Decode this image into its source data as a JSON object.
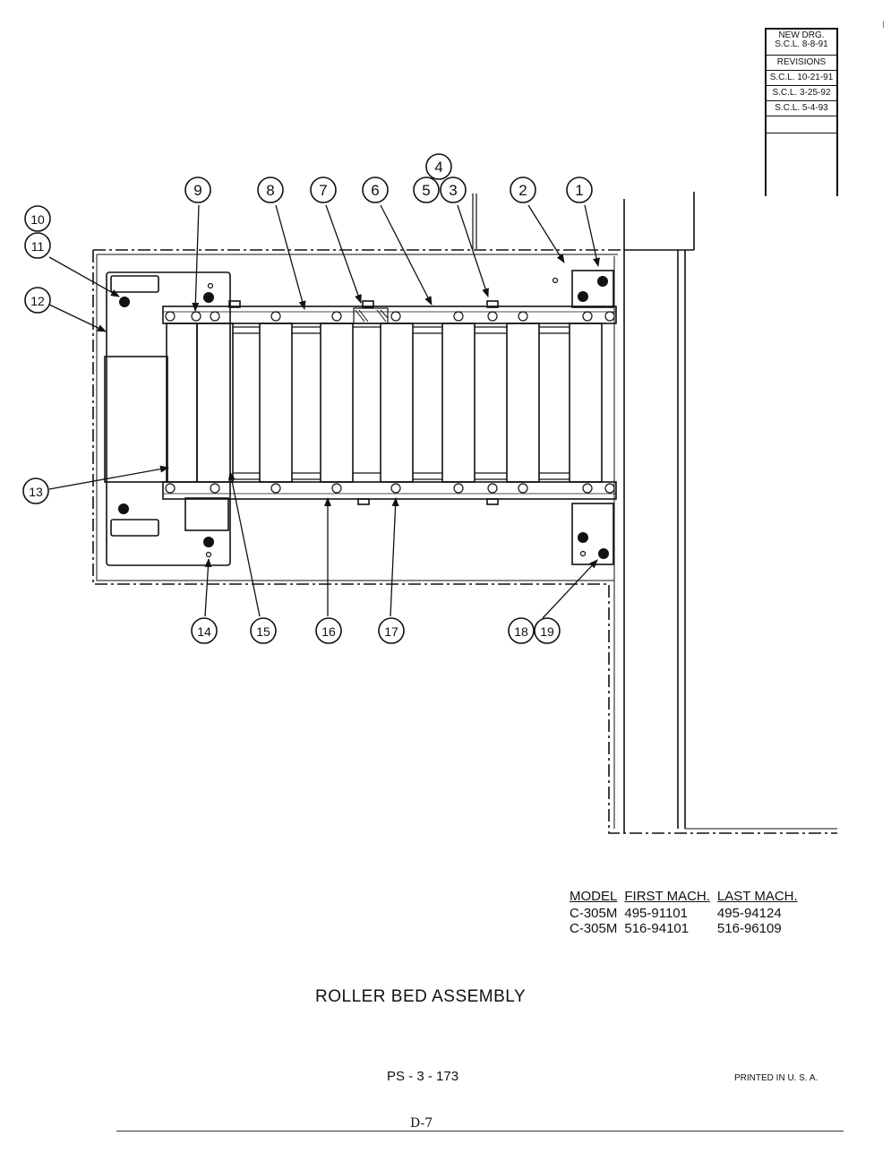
{
  "revision_box": {
    "new_drawing": "NEW DRG.",
    "new_drawing_date": "S.C.L. 8-8-91",
    "revisions_label": "REVISIONS",
    "revisions": [
      "S.C.L. 10-21-91",
      "S.C.L. 3-25-92",
      "S.C.L. 5-4-93"
    ]
  },
  "callouts": [
    "1",
    "2",
    "3",
    "4",
    "5",
    "6",
    "7",
    "8",
    "9",
    "10",
    "11",
    "12",
    "13",
    "14",
    "15",
    "16",
    "17",
    "18",
    "19"
  ],
  "model_table": {
    "headers": [
      "MODEL",
      "FIRST MACH.",
      "LAST MACH."
    ],
    "rows": [
      [
        "C-305M",
        "495-91101",
        "495-94124"
      ],
      [
        "C-305M",
        "516-94101",
        "516-96109"
      ]
    ]
  },
  "title": "ROLLER BED ASSEMBLY",
  "page_number": "PS - 3 - 173",
  "printed": "PRINTED IN U. S. A.",
  "footer_code": "D-7",
  "margin_mark": "I"
}
